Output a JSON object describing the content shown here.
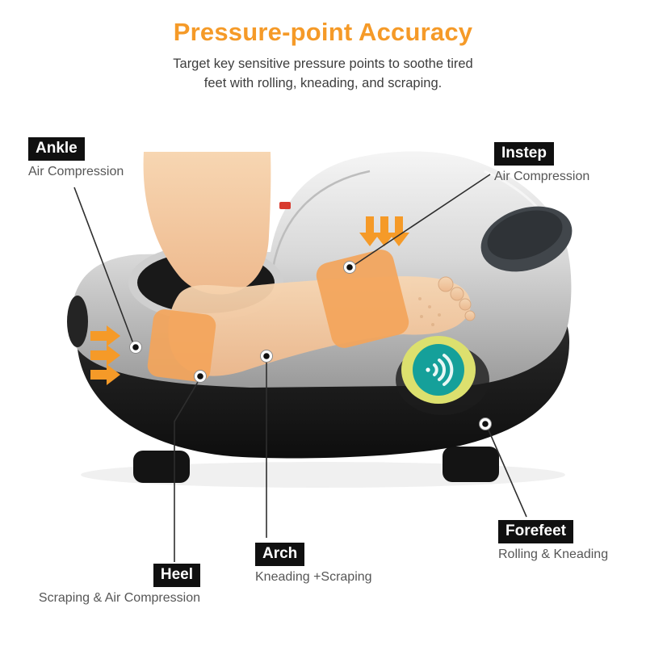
{
  "header": {
    "title": "Pressure-point Accuracy",
    "subtitle_line1": "Target key sensitive pressure points to soothe tired",
    "subtitle_line2": "feet with rolling, kneading, and scraping."
  },
  "callouts": {
    "ankle": {
      "label": "Ankle",
      "desc": "Air Compression"
    },
    "instep": {
      "label": "Instep",
      "desc": "Air Compression"
    },
    "heel": {
      "label": "Heel",
      "desc": "Scraping & Air Compression"
    },
    "arch": {
      "label": "Arch",
      "desc": "Kneading +Scraping"
    },
    "forefeet": {
      "label": "Forefeet",
      "desc": "Rolling & Kneading"
    }
  },
  "colors": {
    "title_orange": "#f59a28",
    "arrow_orange": "#f59a28",
    "highlight_zone_orange": "#f4a55b",
    "badge_bg": "#101010",
    "badge_text": "#ffffff",
    "desc_text": "#565656",
    "subtitle_text": "#3d3d3d",
    "dial_teal": "#15a09a",
    "dial_ring_yellow": "#dce06e"
  }
}
